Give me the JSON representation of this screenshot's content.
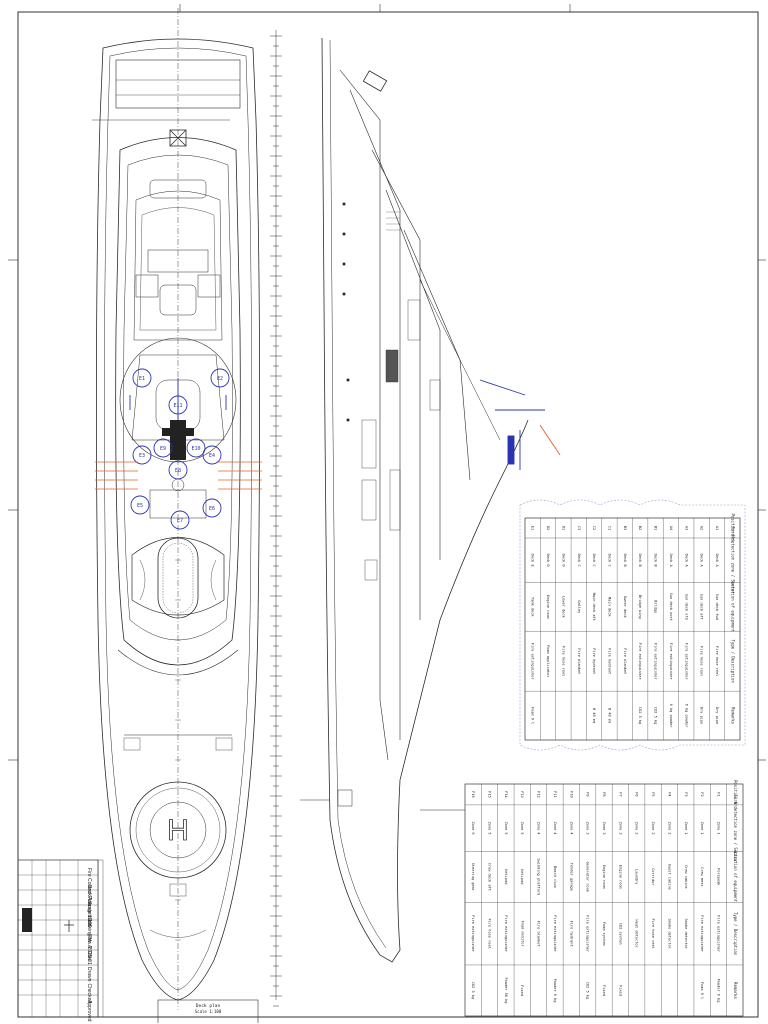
{
  "tables": {
    "upper": {
      "columns": [
        "Position Nr.",
        "Fire detection zone / Sector",
        "Location of equipment",
        "Type / Description",
        "Remarks"
      ],
      "rows": [
        [
          "A1",
          "Deck A",
          "Sun deck fwd",
          "Fire hose reel",
          "Dry pipe"
        ],
        [
          "A2",
          "Deck A",
          "Sun deck aft",
          "Fire hose reel",
          "Dry pipe"
        ],
        [
          "A3",
          "Deck A",
          "Sun deck stb",
          "Fire extinguisher",
          "6 kg powder"
        ],
        [
          "A4",
          "Deck A",
          "Sun deck port",
          "Fire extinguisher",
          "6 kg powder"
        ],
        [
          "B1",
          "Deck B",
          "Bridge",
          "Fire extinguisher",
          "CO2 5 kg"
        ],
        [
          "B2",
          "Deck B",
          "Bridge wing",
          "Fire extinguisher",
          "CO2 5 kg"
        ],
        [
          "B3",
          "Deck B",
          "Owner deck",
          "Fire blanket",
          ""
        ],
        [
          "C1",
          "Deck C",
          "Main deck",
          "Fire hydrant",
          "Ø 40 mm"
        ],
        [
          "C2",
          "Deck C",
          "Main deck aft",
          "Fire hydrant",
          "Ø 40 mm"
        ],
        [
          "C3",
          "Deck C",
          "Galley",
          "Fire blanket",
          ""
        ],
        [
          "D1",
          "Deck D",
          "Lower deck",
          "Fire hose reel",
          ""
        ],
        [
          "D2",
          "Deck D",
          "Engine room",
          "Foam applicator",
          ""
        ],
        [
          "E1",
          "Deck E",
          "Tank deck",
          "Fire extinguisher",
          "Foam 9 l"
        ]
      ]
    },
    "lower": {
      "columns": [
        "Position Nr.",
        "Fire detection zone / Sector",
        "Location of equipment",
        "Type / Description",
        "Remarks"
      ],
      "rows": [
        [
          "F1",
          "Zone 1",
          "Forepeak",
          "Fire extinguisher",
          "Powder 6 kg"
        ],
        [
          "F2",
          "Zone 1",
          "Crew mess",
          "Fire extinguisher",
          "Foam 9 l"
        ],
        [
          "F3",
          "Zone 1",
          "Crew cabins",
          "Smoke detector",
          ""
        ],
        [
          "F4",
          "Zone 2",
          "Guest cabins",
          "Smoke detector",
          ""
        ],
        [
          "F5",
          "Zone 2",
          "Corridor",
          "Fire hose reel",
          ""
        ],
        [
          "F6",
          "Zone 2",
          "Laundry",
          "Heat detector",
          ""
        ],
        [
          "F7",
          "Zone 3",
          "Engine room",
          "CO2 system",
          "Fixed"
        ],
        [
          "F8",
          "Zone 3",
          "Engine room",
          "Foam system",
          "Fixed"
        ],
        [
          "F9",
          "Zone 3",
          "Generator room",
          "Fire extinguisher",
          "CO2 5 kg"
        ],
        [
          "F10",
          "Zone 4",
          "Tender garage",
          "Fire hydrant",
          ""
        ],
        [
          "F11",
          "Zone 4",
          "Beach club",
          "Fire extinguisher",
          "Powder 6 kg"
        ],
        [
          "F12",
          "Zone 4",
          "Swimming platform",
          "Fire blanket",
          ""
        ],
        [
          "F13",
          "Zone 5",
          "Helipad",
          "Foam monitor",
          "Fixed"
        ],
        [
          "F14",
          "Zone 5",
          "Helipad",
          "Fire extinguisher",
          "Powder 50 kg"
        ],
        [
          "F15",
          "Zone 5",
          "Crew deck aft",
          "Fire hose reel",
          ""
        ],
        [
          "F16",
          "Zone 6",
          "Steering gear",
          "Fire extinguisher",
          "CO2 5 kg"
        ]
      ]
    }
  },
  "title_block": {
    "lines": [
      "Fire Control Plan",
      "Deck Arrangement",
      "Scale 1:100",
      "Drawing No. 2025-01",
      "Rev. A",
      "Date",
      "Drawn",
      "Checked",
      "Approved"
    ]
  },
  "bottom_label": [
    "Deck plan",
    "Scale 1:100"
  ],
  "callouts": [
    "E1",
    "E2",
    "E3",
    "E4",
    "E5",
    "E6",
    "E7",
    "E8",
    "E9",
    "E10",
    "E11"
  ],
  "colors": {
    "line": "#2b2b2b",
    "blue": "#2a33b0",
    "orange": "#e0602a",
    "dash": "#9aa0d8"
  }
}
